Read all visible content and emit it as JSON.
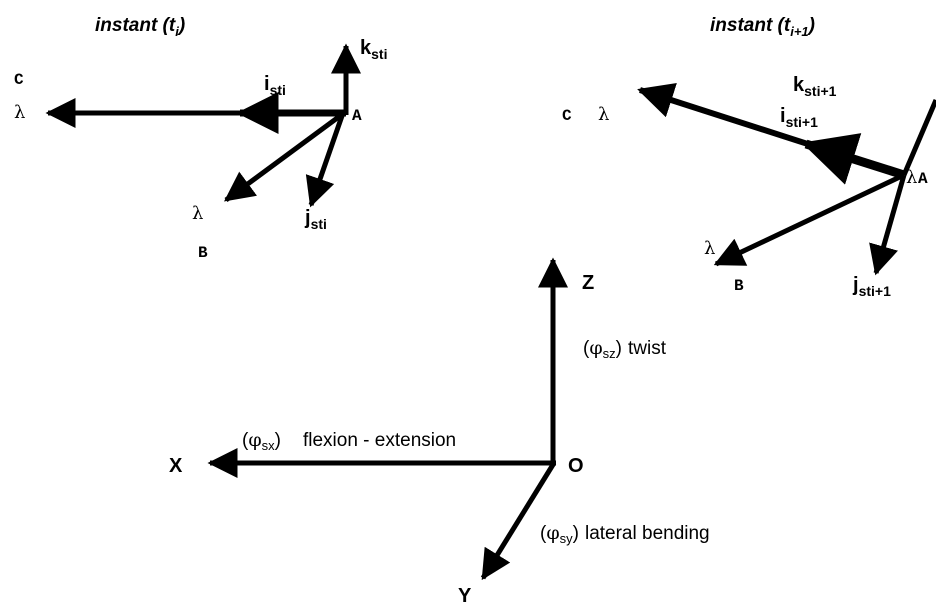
{
  "left_frame": {
    "title": {
      "text": "instant (t",
      "sub": "i",
      "close": ")"
    },
    "point_c": "C",
    "point_a": "A",
    "point_b": "B",
    "lambda_c": "λ",
    "lambda_b": "λ",
    "vec_i": {
      "base": "i",
      "sub": "sti"
    },
    "vec_j": {
      "base": "j",
      "sub": "sti"
    },
    "vec_k": {
      "base": "k",
      "sub": "sti"
    }
  },
  "right_frame": {
    "title": {
      "text": "instant (t",
      "sub": "i+1",
      "close": ")"
    },
    "point_c": "C",
    "point_a": "A",
    "point_b": "B",
    "lambda_c": "λ",
    "lambda_a": "λ",
    "lambda_b": "λ",
    "vec_i": {
      "base": "i",
      "sub": "sti+1"
    },
    "vec_j": {
      "base": "j",
      "sub": "sti+1"
    },
    "vec_k": {
      "base": "k",
      "sub": "sti+1"
    }
  },
  "global_frame": {
    "origin": "O",
    "axis_x": "X",
    "axis_y": "Y",
    "axis_z": "Z",
    "rot_x": {
      "open": "(",
      "sym": "φ",
      "sub": "sx",
      "close": ")",
      "label": "flexion - extension"
    },
    "rot_y": {
      "open": "(",
      "sym": "φ",
      "sub": "sy",
      "close": ")",
      "label": "lateral bending"
    },
    "rot_z": {
      "open": "(",
      "sym": "φ",
      "sub": "sz",
      "close": ")",
      "label": "twist"
    }
  }
}
